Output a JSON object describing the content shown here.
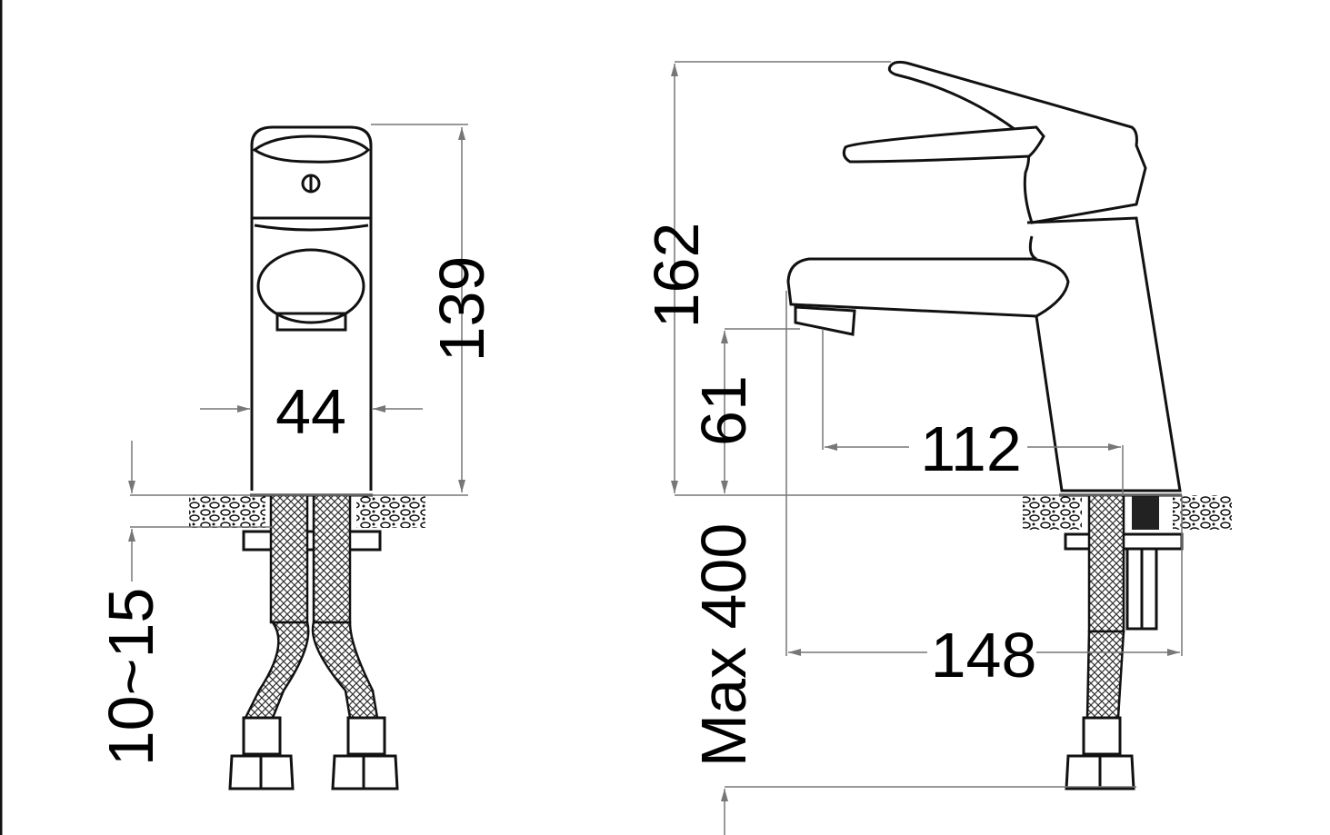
{
  "front_view": {
    "height_label": "139",
    "width_label": "44",
    "mount_label": "10~15"
  },
  "side_view": {
    "total_height_label": "162",
    "spout_height_label": "61",
    "spout_reach_label": "112",
    "depth_label": "148",
    "hose_length_label": "Max 400"
  }
}
